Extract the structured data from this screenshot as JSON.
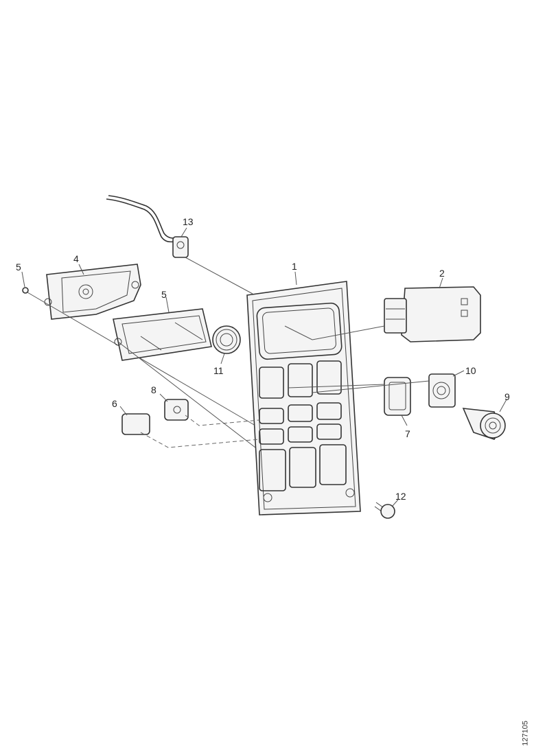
{
  "callouts": {
    "c1": "1",
    "c2": "2",
    "c4": "4",
    "c5a": "5",
    "c5b": "5",
    "c6": "6",
    "c7": "7",
    "c8": "8",
    "c9": "9",
    "c10": "10",
    "c11": "11",
    "c12": "12",
    "c13": "13"
  },
  "reference_code": "127105"
}
